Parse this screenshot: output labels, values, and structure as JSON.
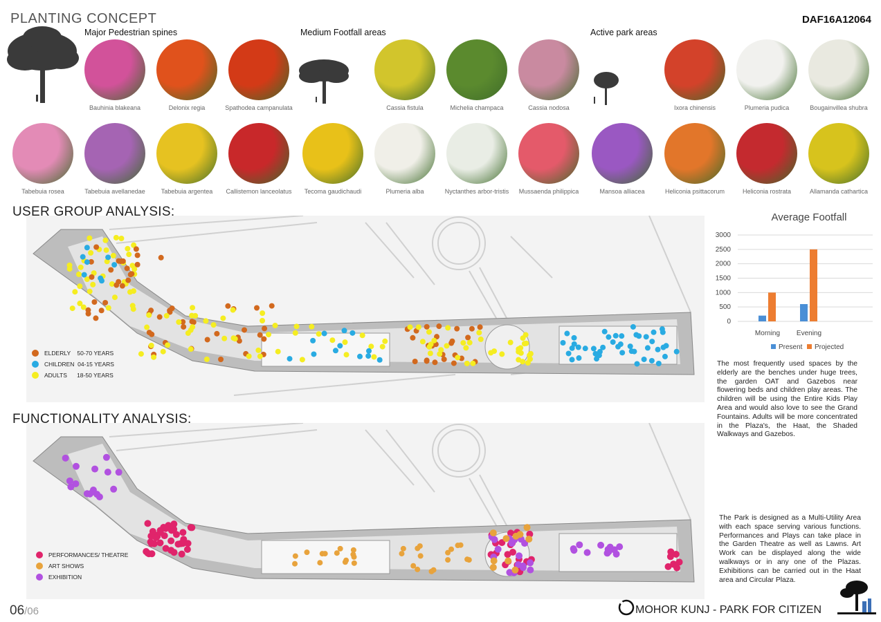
{
  "header": {
    "title": "PLANTING CONCEPT",
    "code": "DAF16A12064"
  },
  "groups": {
    "spines": "Major Pedestrian spines",
    "footfall": "Medium Footfall areas",
    "active": "Active park areas"
  },
  "plants_row1": [
    {
      "name": "Bauhinia blakeana",
      "color": "#d2529a",
      "icon": "flower-photo"
    },
    {
      "name": "Delonix regia",
      "color": "#e0521c",
      "icon": "flower-photo"
    },
    {
      "name": "Spathodea campanulata",
      "color": "#d33a17",
      "icon": "flower-photo"
    },
    {
      "name": "Cassia fistula",
      "color": "#d2c52c",
      "icon": "flower-photo"
    },
    {
      "name": "Michelia champaca",
      "color": "#5b8a2e",
      "icon": "flower-photo"
    },
    {
      "name": "Cassia nodosa",
      "color": "#c98aa0",
      "icon": "flower-photo"
    },
    {
      "name": "Ixora chinensis",
      "color": "#d3422a",
      "icon": "flower-photo"
    },
    {
      "name": "Plumeria pudica",
      "color": "#f1f1ee",
      "icon": "flower-photo"
    },
    {
      "name": "Bougainvillea shubra",
      "color": "#e9e9e0",
      "icon": "flower-photo"
    }
  ],
  "plants_row2": [
    {
      "name": "Tabebuia rosea",
      "color": "#e38bb6",
      "icon": "flower-photo"
    },
    {
      "name": "Tabebuia avellanedae",
      "color": "#a564b3",
      "icon": "flower-photo"
    },
    {
      "name": "Tabebuia argentea",
      "color": "#e6c221",
      "icon": "flower-photo"
    },
    {
      "name": "Callistemon lanceolatus",
      "color": "#c8282a",
      "icon": "flower-photo"
    },
    {
      "name": "Tecoma gaudichaudi",
      "color": "#e8c119",
      "icon": "flower-photo"
    },
    {
      "name": "Plumeria alba",
      "color": "#f0efe8",
      "icon": "flower-photo"
    },
    {
      "name": "Nyctanthes arbor-tristis",
      "color": "#e9ede5",
      "icon": "flower-photo"
    },
    {
      "name": "Mussaenda philippica",
      "color": "#e45a6a",
      "icon": "flower-photo"
    },
    {
      "name": "Mansoa alliacea",
      "color": "#9a58c2",
      "icon": "flower-photo"
    },
    {
      "name": "Heliconia psittacorum",
      "color": "#e2762a",
      "icon": "flower-photo"
    },
    {
      "name": "Heliconia rostrata",
      "color": "#c42a2f",
      "icon": "flower-photo"
    },
    {
      "name": "Allamanda cathartica",
      "color": "#d7c31d",
      "icon": "flower-photo"
    }
  ],
  "user_group": {
    "title": "USER GROUP ANALYSIS:",
    "legend": [
      {
        "label": "ELDERLY    50-70 YEARS",
        "color": "#d2691e"
      },
      {
        "label": "CHILDREN  04-15 YEARS",
        "color": "#29abe2"
      },
      {
        "label": "ADULTS      18-50 YEARS",
        "color": "#f5ed21"
      }
    ],
    "text": "The most frequently used spaces by the elderly are the benches under huge trees, the garden OAT and Gazebos near flowering beds and children play areas. The children will be using the Entire Kids Play Area and would also love to see the Grand Fountains. Adults will be more concentrated in the Plaza's, the Haat, the Shaded Walkways and Gazebos."
  },
  "functionality": {
    "title": "FUNCTIONALITY ANALYSIS:",
    "legend": [
      {
        "label": "PERFORMANCES/ THEATRE",
        "color": "#e0246b"
      },
      {
        "label": "ART SHOWS",
        "color": "#e8a33c"
      },
      {
        "label": "EXHIBITION",
        "color": "#b151e0"
      }
    ],
    "text": "The Park is designed as a Multi-Utility Area with each space serving various functions. Performances and Plays can take place in the Garden Theatre as well as Lawns. Art Work can be displayed along the wide walkways or in any one of the Plazas. Exhibitions can be carried out in the Haat area and Circular Plaza."
  },
  "chart_data": {
    "type": "bar",
    "title": "Average Footfall",
    "categories": [
      "Morning",
      "Evening"
    ],
    "series": [
      {
        "name": "Present",
        "values": [
          200,
          600
        ],
        "color": "#4a8fd6"
      },
      {
        "name": "Projected",
        "values": [
          1000,
          2500
        ],
        "color": "#ed7d31"
      }
    ],
    "ylim": [
      0,
      3000
    ],
    "yticks": [
      0,
      500,
      1000,
      1500,
      2000,
      2500,
      3000
    ],
    "grid": true,
    "legend": "bottom"
  },
  "footer": {
    "page": "06",
    "total": "/06",
    "project": "MOHOR KUNJ - PARK FOR CITIZEN"
  }
}
